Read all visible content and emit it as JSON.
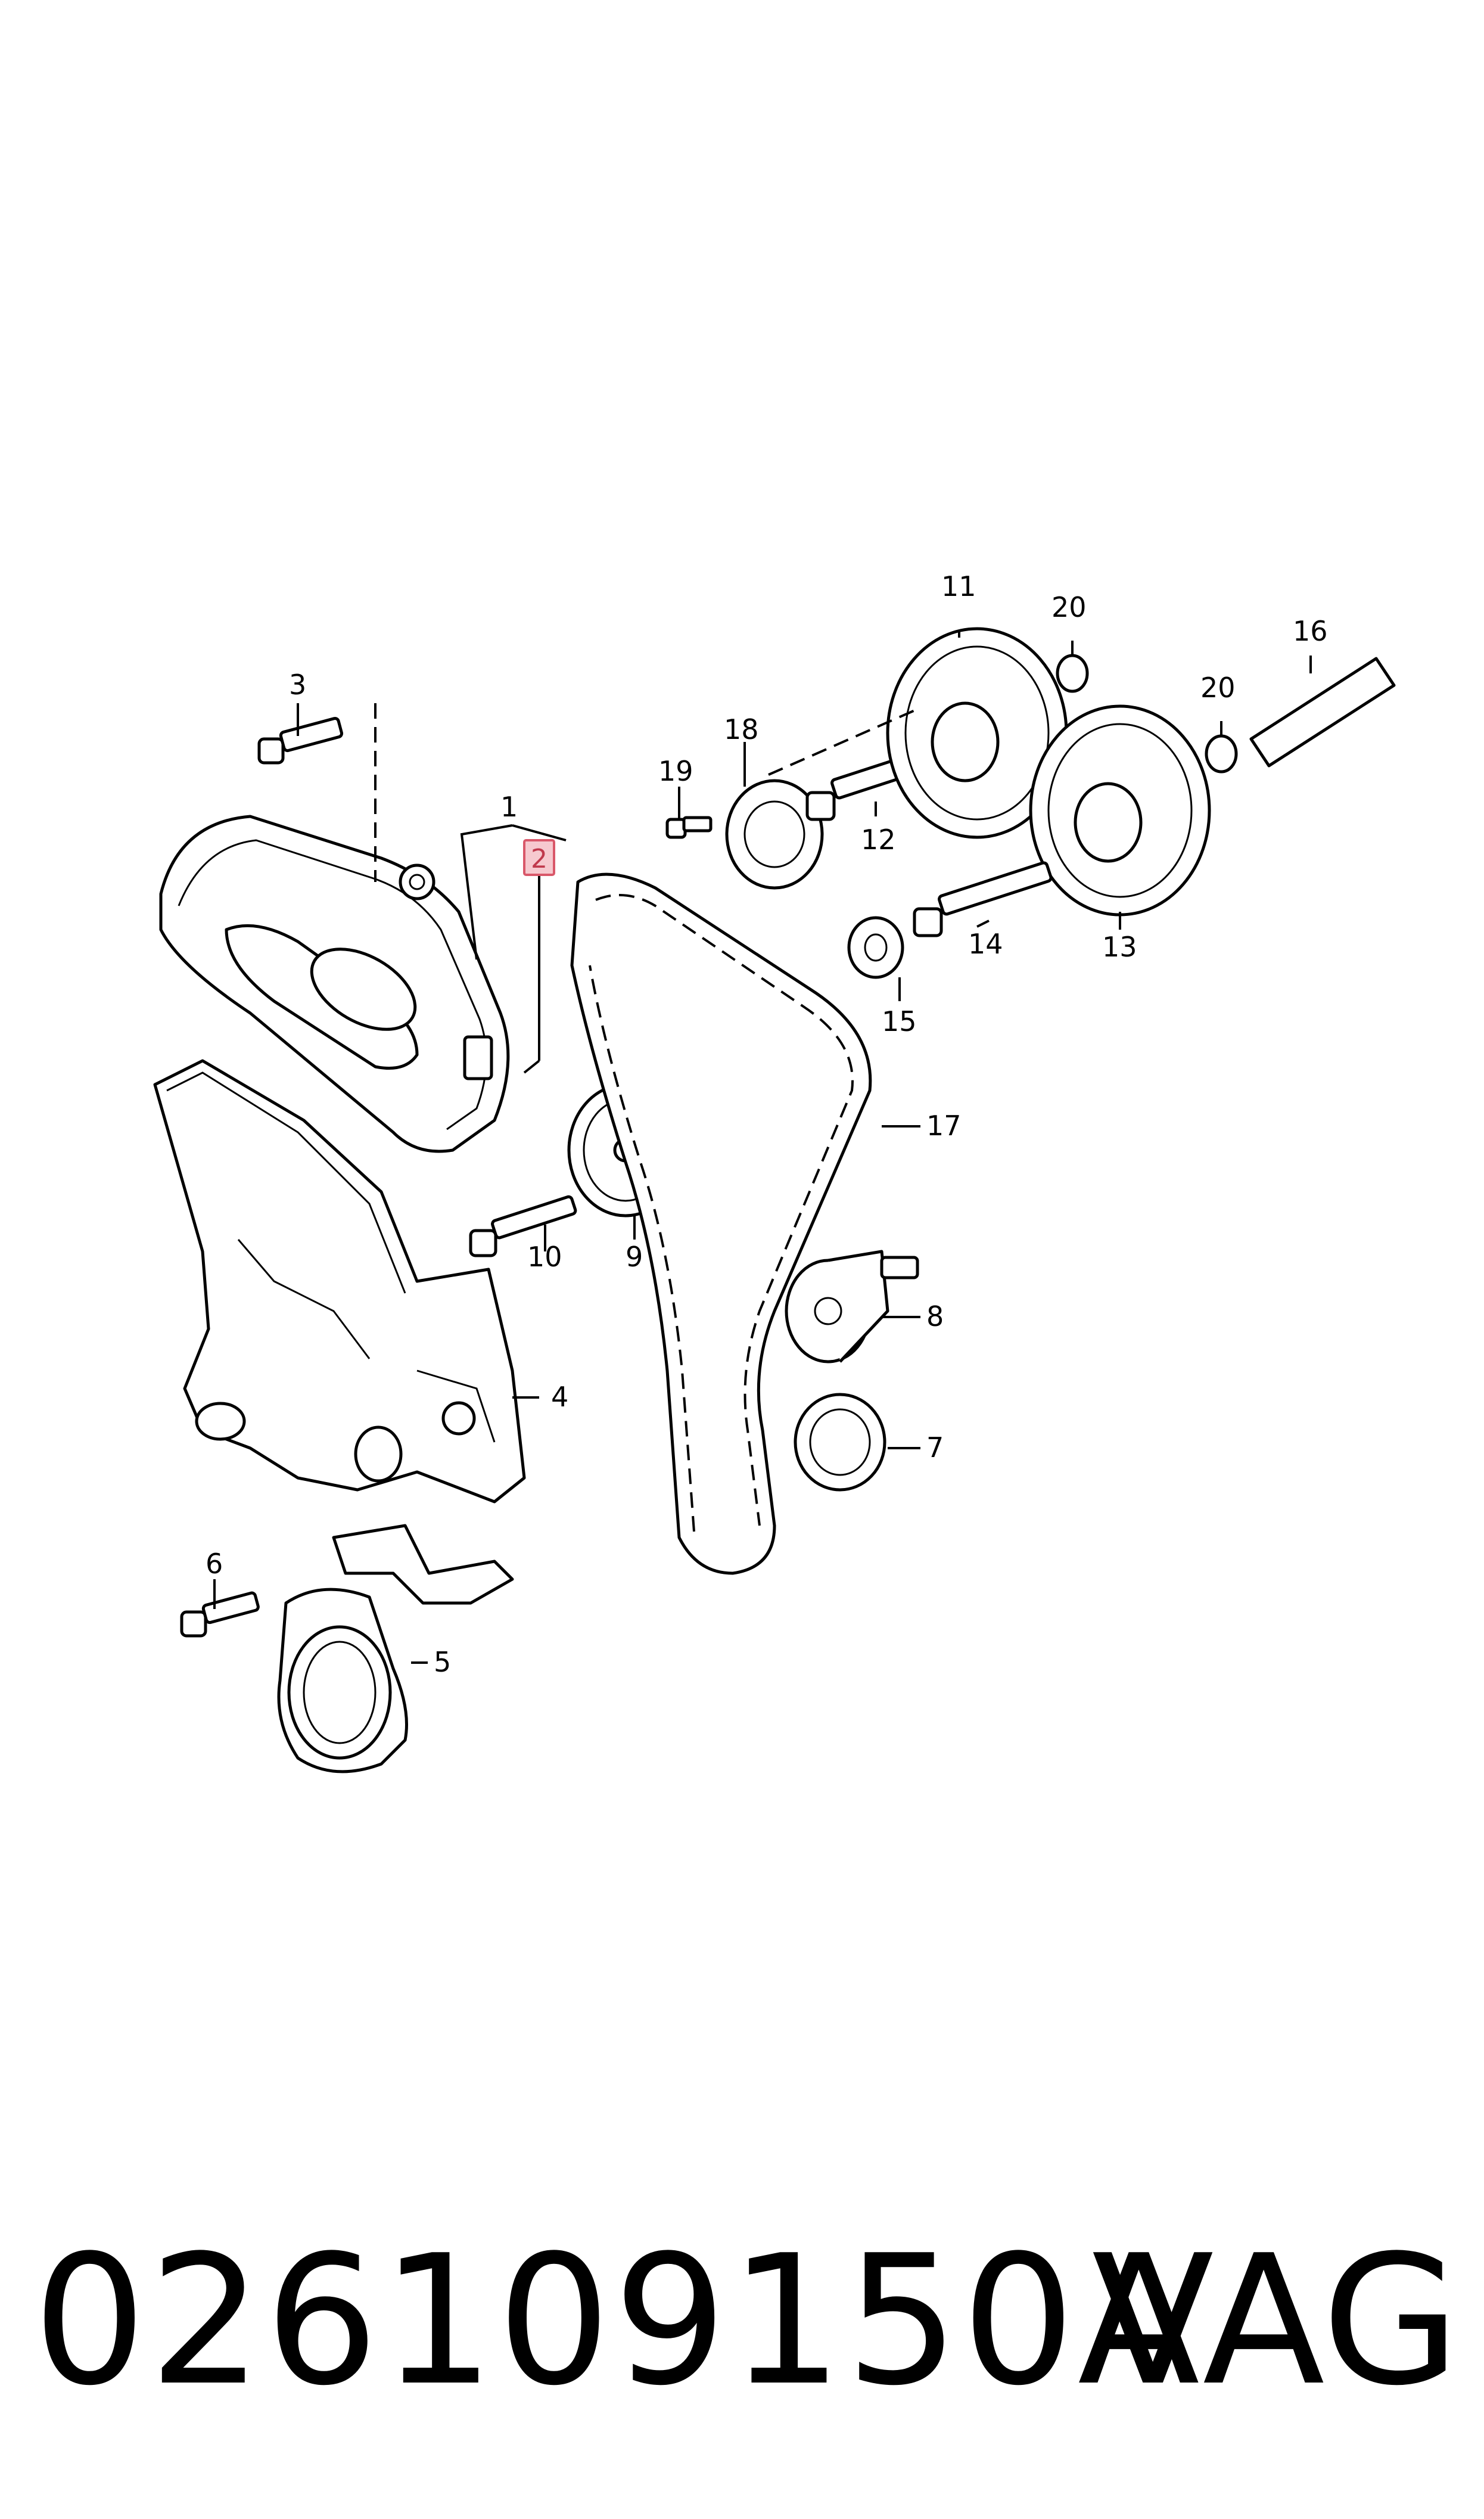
{
  "callouts": {
    "c1": "1",
    "c2": "2",
    "c3": "3",
    "c4": "4",
    "c5": "5",
    "c6": "6",
    "c7": "7",
    "c8": "8",
    "c9": "9",
    "c10": "10",
    "c11": "11",
    "c12": "12",
    "c13": "13",
    "c14": "14",
    "c15": "15",
    "c16": "16",
    "c17": "17",
    "c18": "18",
    "c19": "19",
    "c20a": "20",
    "c20b": "20"
  },
  "highlighted_callout": "2",
  "colors": {
    "highlight_fill": "#f6c9cf",
    "highlight_stroke": "#d9586a",
    "highlight_text": "#c0394c"
  },
  "footer": {
    "part_number": "026109150A",
    "brand": "VAG"
  }
}
